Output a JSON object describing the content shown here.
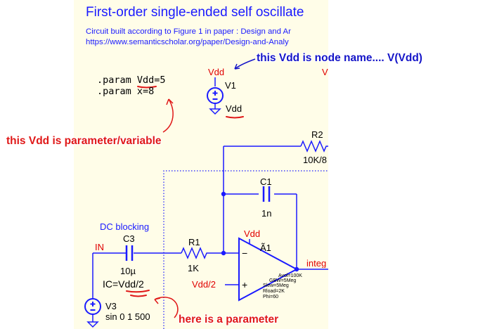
{
  "header": {
    "title": "First-order single-ended self oscillate",
    "subtitle_line1": "Circuit built according to Figure 1 in paper : Design and Ar",
    "subtitle_line2": "https://www.semanticscholar.org/paper/Design-and-Analy"
  },
  "params": {
    "line1": ".param Vdd=5",
    "line2": ".param x=8"
  },
  "v1": {
    "top_label": "Vdd",
    "name": "V1",
    "value": "Vdd",
    "right_edge_label": "V"
  },
  "annotations": {
    "node_name": "this Vdd is node name.... V(Vdd)",
    "param_variable": "this Vdd is parameter/variable",
    "here_param": "here is a parameter"
  },
  "r2": {
    "name": "R2",
    "value": "10K/8"
  },
  "c1": {
    "name": "C1",
    "value": "1n"
  },
  "dc_blocking": "DC blocking",
  "in_net": "IN",
  "c3": {
    "name": "C3",
    "value": "10µ",
    "ic": "IC=Vdd/2"
  },
  "r1": {
    "name": "R1",
    "value": "1K"
  },
  "opamp": {
    "supply_label": "Vdd",
    "name": "Ã1",
    "plus_input": "Vdd/2",
    "minus_sign": "−",
    "plus_sign": "+",
    "params": [
      "Avol=100K",
      "GBW=5Meg",
      "Slew=5Meg",
      "Rload=2K",
      "Phi=60"
    ]
  },
  "output_net": "integ",
  "v3": {
    "name": "V3",
    "value": "sin 0 1 500"
  },
  "colors": {
    "canvas": "#fffde8",
    "wire": "#1a1aff",
    "net_label": "#e00000",
    "annotation_red": "#e01818",
    "annotation_blue": "#1515c8"
  }
}
